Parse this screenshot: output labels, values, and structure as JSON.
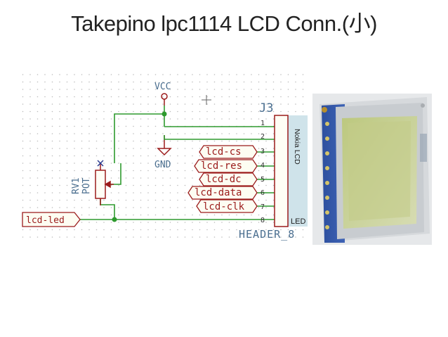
{
  "slide": {
    "title": "Takepino lpc1114 LCD Conn.(小)"
  },
  "schematic": {
    "power": {
      "vcc": "VCC",
      "gnd": "GND"
    },
    "connector": {
      "ref": "J3",
      "value": "HEADER_8",
      "side_label": "Nokia LCD",
      "led_label": "LED",
      "pins": [
        "1",
        "2",
        "3",
        "4",
        "5",
        "6",
        "7",
        "8"
      ]
    },
    "pot": {
      "ref": "RV1",
      "value": "POT"
    },
    "net_labels": [
      "lcd-cs",
      "lcd-res",
      "lcd-dc",
      "lcd-data",
      "lcd-clk"
    ],
    "left_label": "lcd-led"
  },
  "colors": {
    "wire": "#2e9a2e",
    "component": "#9b1b1b",
    "text_blue": "#4a6e8f",
    "grid": "#b9b9b9",
    "connector_bg": "#cfe3ea"
  }
}
